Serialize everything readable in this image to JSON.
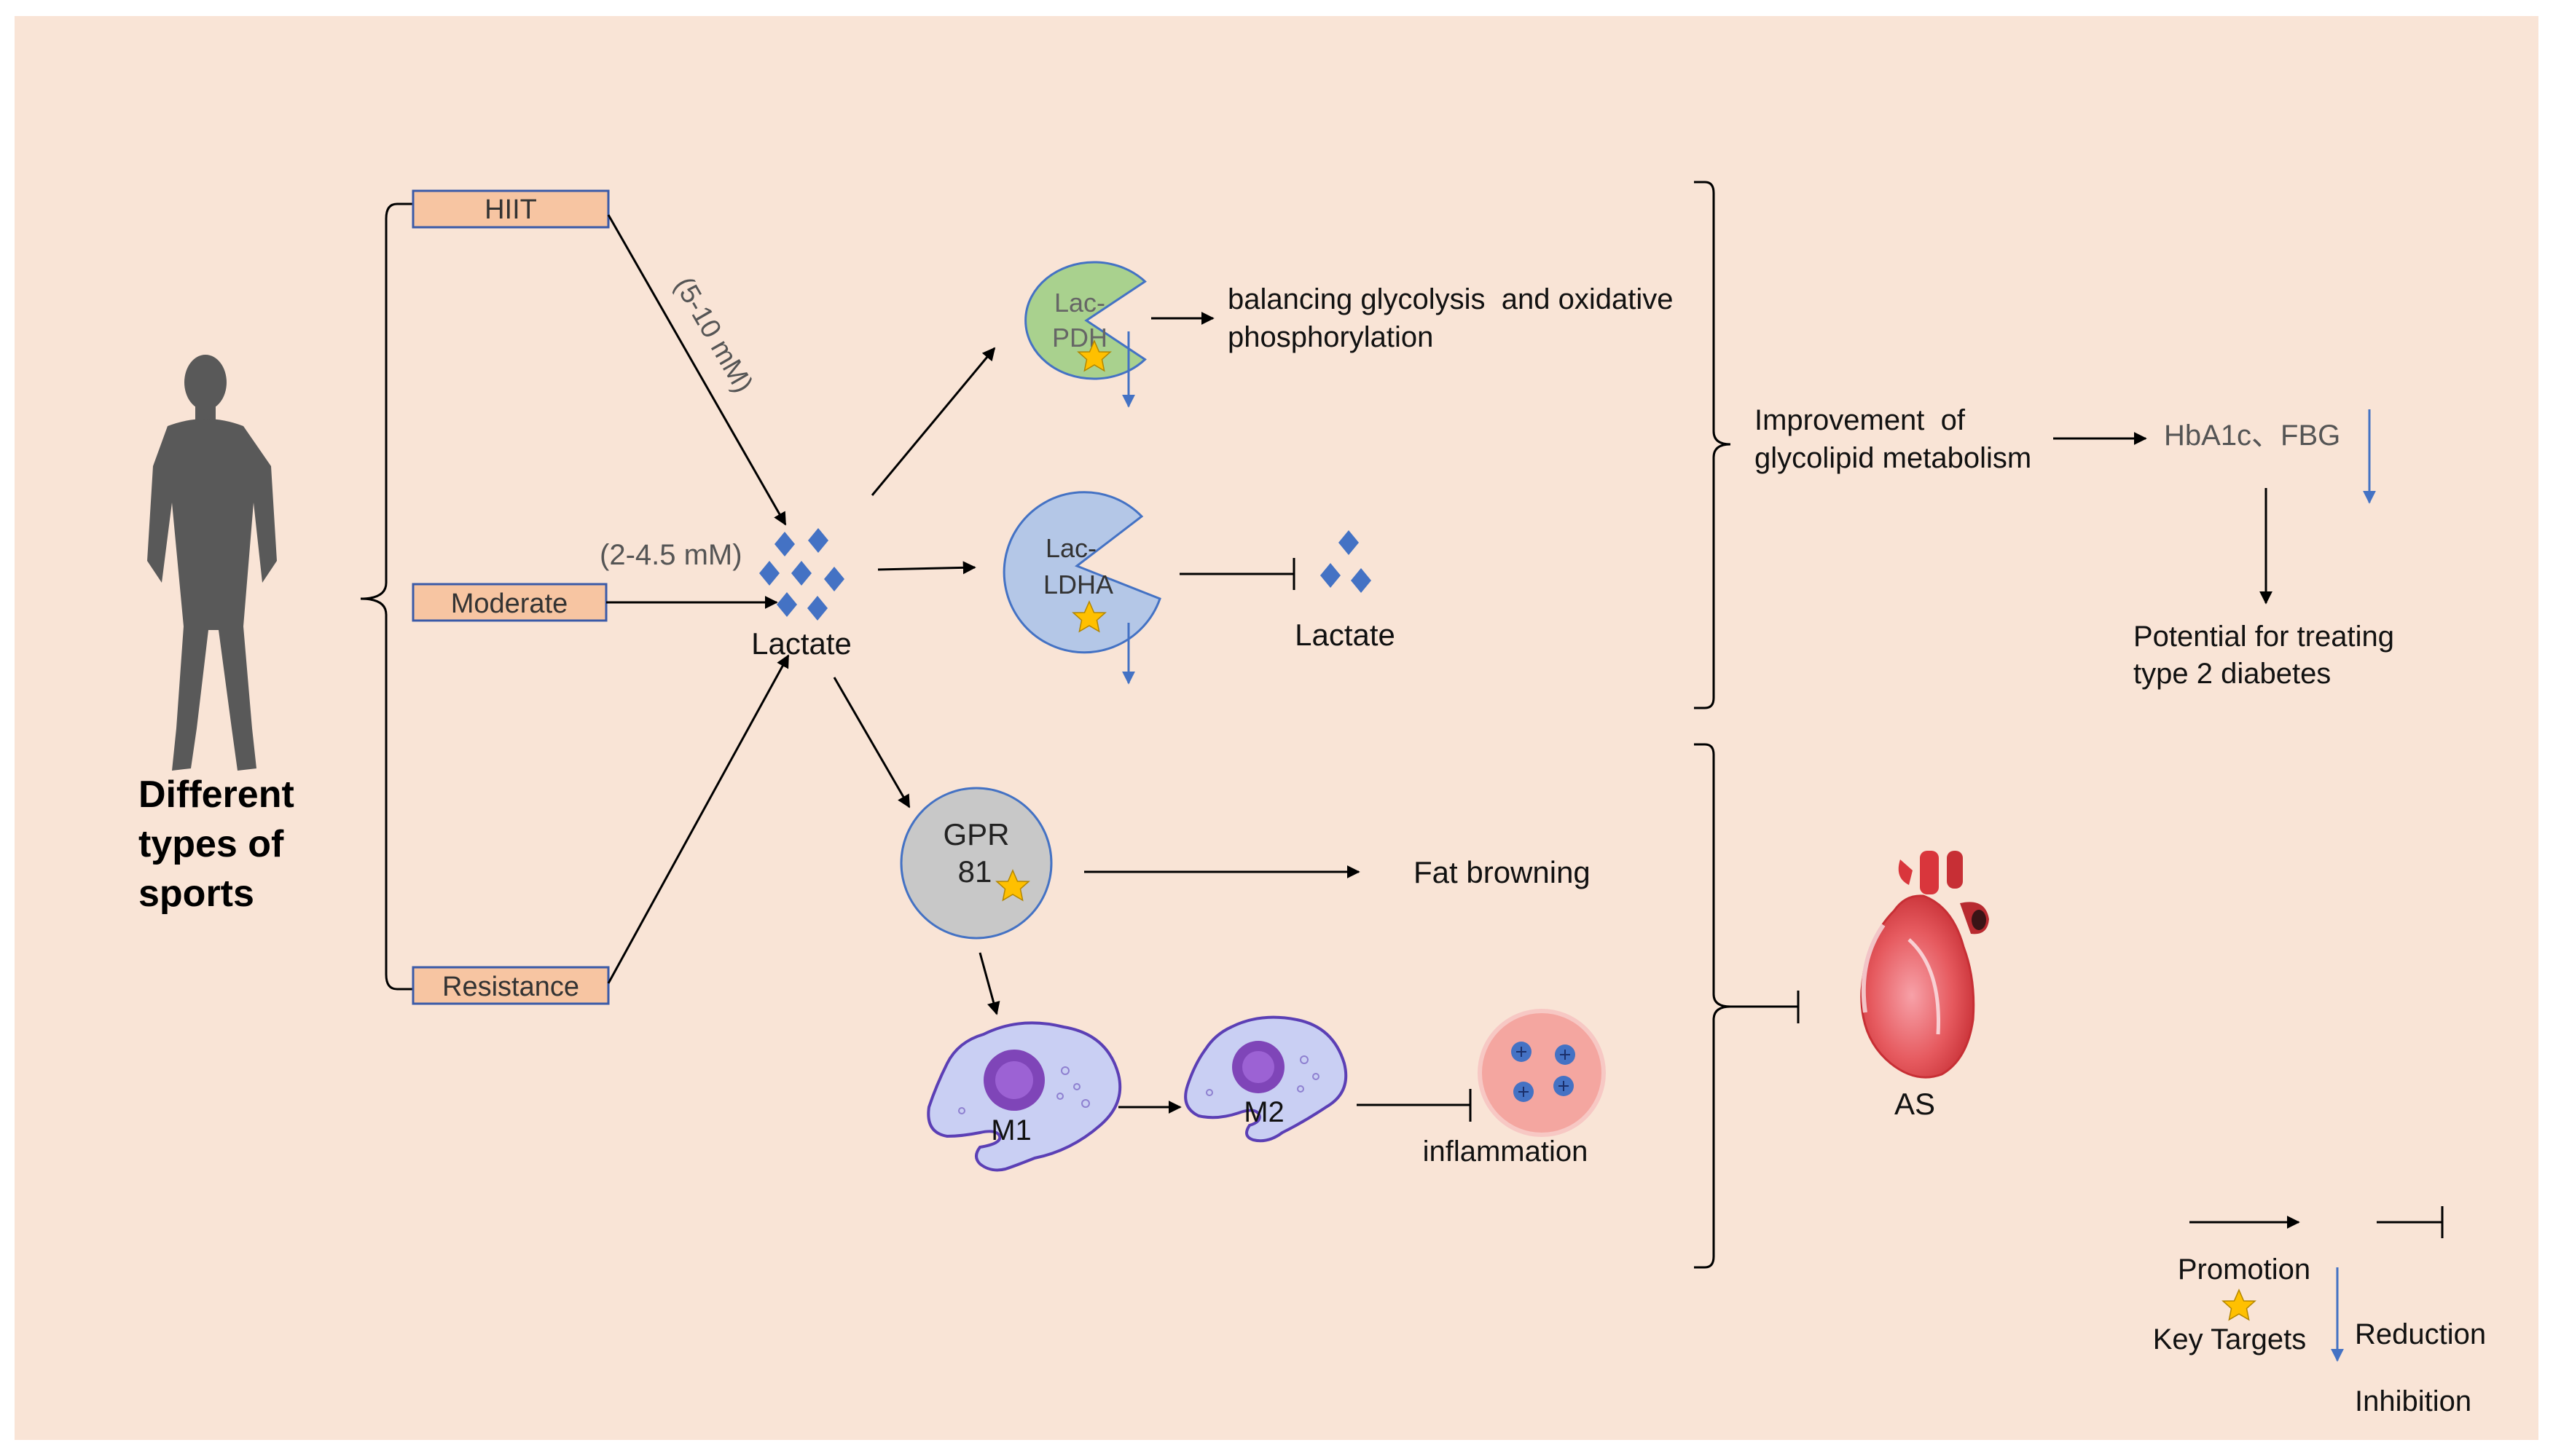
{
  "colors": {
    "background": "#f9e4d6",
    "exercise_box_fill": "#f7c5a2",
    "exercise_box_stroke": "#3a5aa8",
    "lactate_diamond": "#4472c4",
    "pdh_fill": "#a9d18e",
    "ldha_fill": "#b4c7e7",
    "gpr_fill": "#c8c8c8",
    "reduction_arrow": "#4472c4",
    "star": "#ffc000",
    "macrophage": "#c9cff3",
    "nucleus": "#7f45b8",
    "inflammation": "#f4a6a0",
    "human": "#595959",
    "heart": "#e84d4d"
  },
  "left": {
    "title_line1": "Different",
    "title_line2": "types of",
    "title_line3": "sports",
    "icon": "human-silhouette-icon"
  },
  "exercise": {
    "hiit": "HIIT",
    "moderate": "Moderate",
    "resistance": "Resistance",
    "hiit_concentration": "(5-10 mM)",
    "moderate_concentration": "(2-4.5 mM)"
  },
  "center": {
    "lactate_label": "Lactate"
  },
  "pdh": {
    "line1": "Lac-",
    "line2": "PDH",
    "effect_line1": "balancing glycolysis  and oxidative",
    "effect_line2": "phosphorylation"
  },
  "ldha": {
    "line1": "Lac-",
    "line2": "LDHA",
    "product_label": "Lactate"
  },
  "gpr": {
    "line1": "GPR",
    "line2": "81",
    "effect": "Fat browning"
  },
  "macrophages": {
    "m1": "M1",
    "m2": "M2",
    "inflammation": "inflammation"
  },
  "outcomes": {
    "glycolipid_line1": "Improvement  of",
    "glycolipid_line2": "glycolipid metabolism",
    "markers": "HbA1c、FBG",
    "diabetes_line1": "Potential for treating",
    "diabetes_line2": "type 2 diabetes",
    "as_label": "AS",
    "heart_icon": "heart-icon"
  },
  "legend": {
    "promotion": "Promotion",
    "key_targets": "Key Targets",
    "reduction": "Reduction",
    "inhibition": "Inhibition"
  }
}
